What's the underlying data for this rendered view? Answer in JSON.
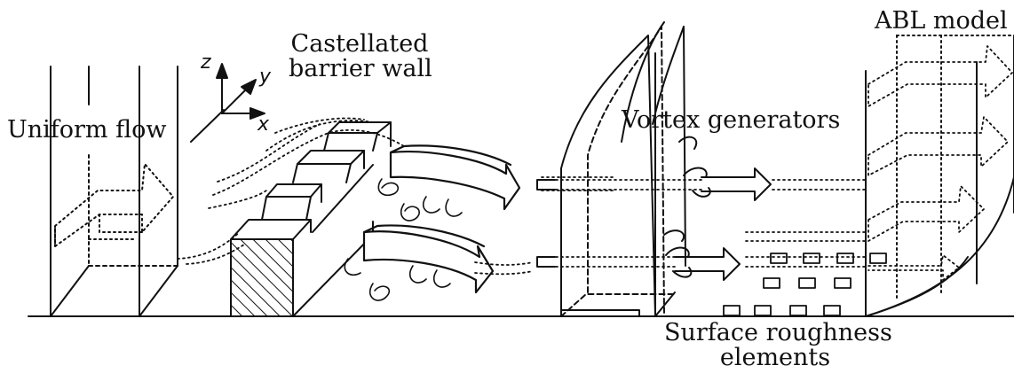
{
  "labels": {
    "uniform_flow": "Uniform flow",
    "castellated_line1": "Castellated",
    "castellated_line2": "barrier wall",
    "vortex_generators": "Vortex generators",
    "abl_model": "ABL model",
    "roughness_line1": "Surface roughness",
    "roughness_line2": "elements"
  },
  "axes": {
    "z": "z",
    "y": "y",
    "x": "x"
  },
  "colors": {
    "ink": "#111111",
    "background": "#ffffff"
  }
}
